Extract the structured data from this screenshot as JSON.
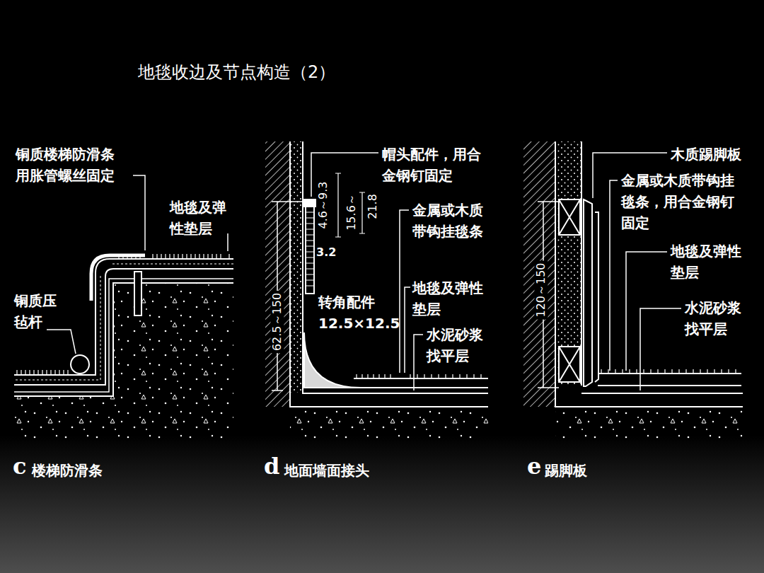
{
  "diagram": {
    "title": "地毯收边及节点构造（2）",
    "labels": [
      "铜质楼梯防滑条 用胀管螺丝固定",
      "地毯及弹 性垫层",
      "铜质压 毡杆",
      "c",
      "楼梯防滑条",
      "帽头配件，用合 金钢钉固定",
      "4.6～9.3",
      "15.6～",
      "21.8",
      "3.2",
      "金属或木质 带钩挂毯条",
      "62.5～150",
      "转角配件 12.5×12.5",
      "地毯及弹性 垫层",
      "水泥砂浆 找平层",
      "d",
      "地面墙面接头",
      "木质踢脚板",
      "金属或木质带钩挂 毯条，用合金钢钉 固定",
      "120～150",
      "地毯及弹性 垫层",
      "水泥砂浆 找平层",
      "e",
      "踢脚板"
    ]
  }
}
